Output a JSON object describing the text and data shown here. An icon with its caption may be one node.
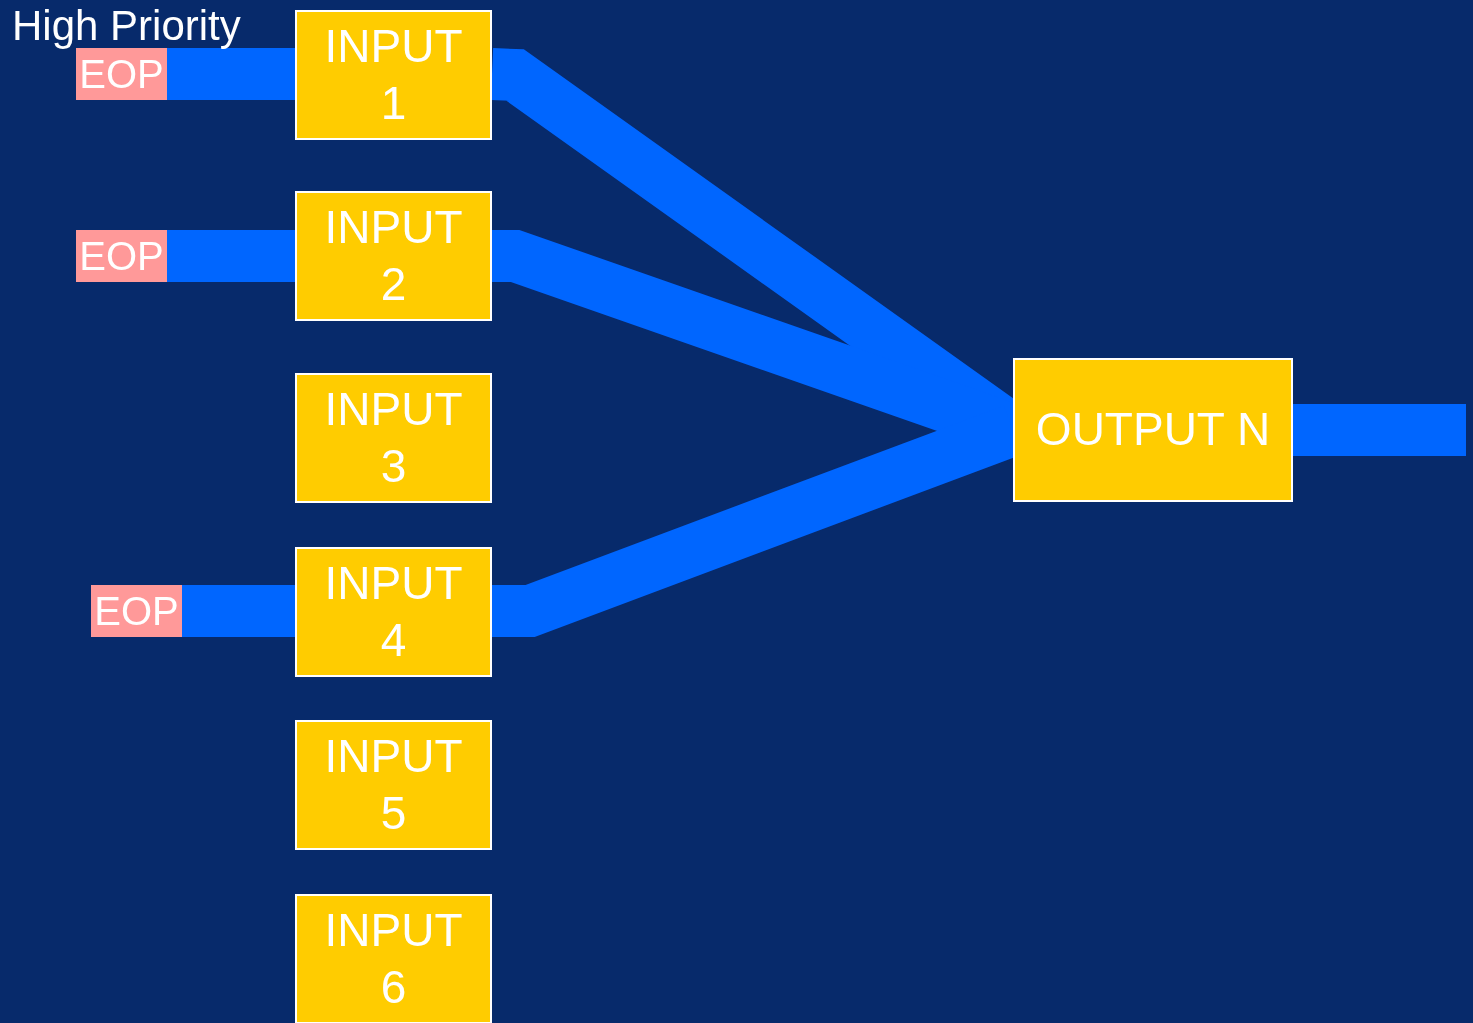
{
  "diagram": {
    "nodes": [
      {
        "text": [
          "EOP"
        ]
      },
      {
        "text": [
          "INPUT 1"
        ]
      },
      {
        "text": [
          "EOP"
        ]
      },
      {
        "text": [
          "INPUT 2"
        ]
      },
      {
        "text": [
          "INPUT 3"
        ]
      },
      {
        "text": [
          "EOP"
        ]
      },
      {
        "text": [
          "INPUT 4"
        ]
      },
      {
        "text": [
          "INPUT 5"
        ]
      },
      {
        "text": [
          "INPUT 6"
        ]
      },
      {
        "text": [
          "OUTPUT N"
        ]
      }
    ],
    "edges": [
      {
        "from": 0,
        "to": 1,
        "arrow": "none"
      },
      {
        "from": 1,
        "to": 9,
        "arrow": "none"
      },
      {
        "from": 2,
        "to": 3,
        "arrow": "none"
      },
      {
        "from": 3,
        "to": 9,
        "arrow": "none"
      },
      {
        "from": 5,
        "to": 6,
        "arrow": "none"
      },
      {
        "from": 6,
        "to": 9,
        "arrow": "none"
      },
      {
        "from": 9,
        "to": null,
        "arrow": "none"
      }
    ],
    "labels": [
      "High Priority"
    ]
  }
}
